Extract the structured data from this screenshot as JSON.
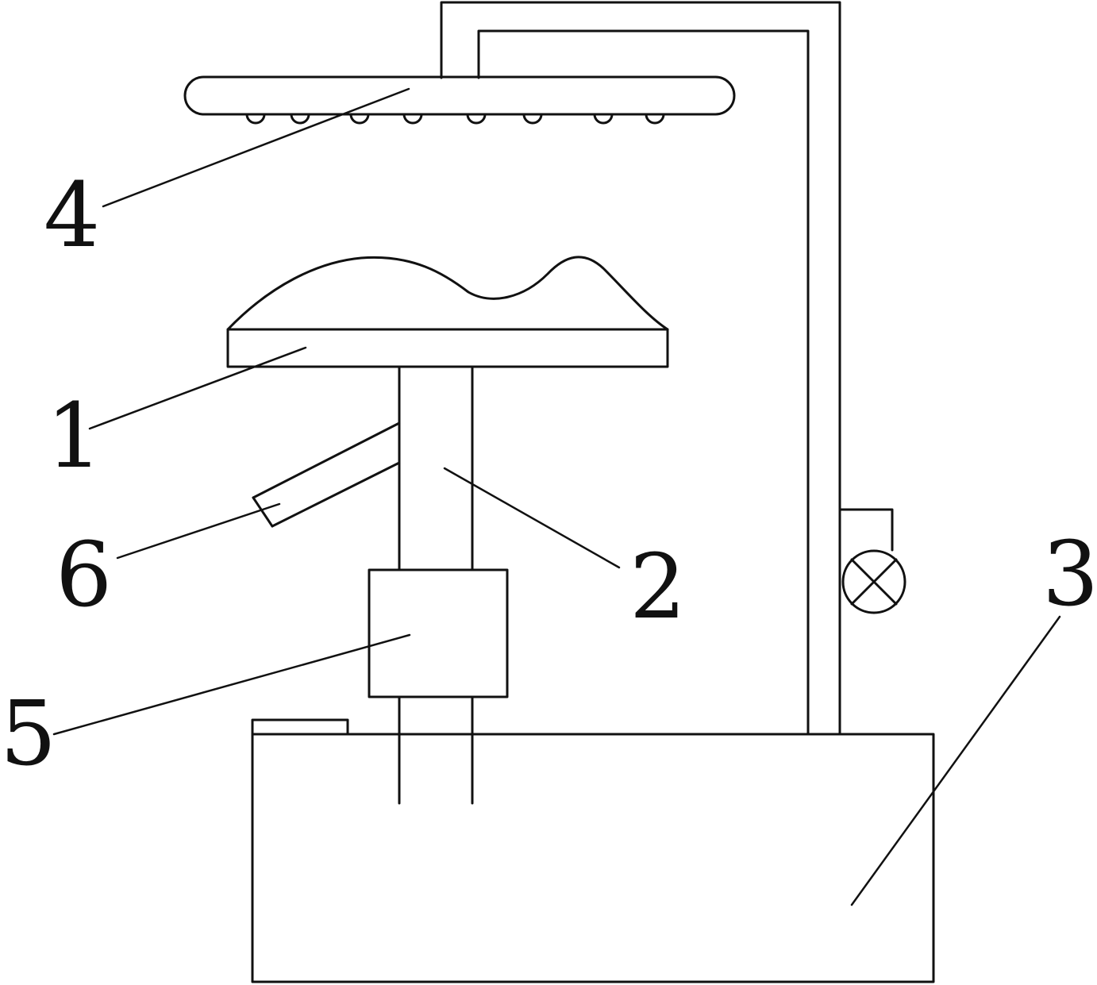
{
  "callouts": {
    "label_1": "1",
    "label_2": "2",
    "label_3": "3",
    "label_4": "4",
    "label_5": "5",
    "label_6": "6"
  }
}
